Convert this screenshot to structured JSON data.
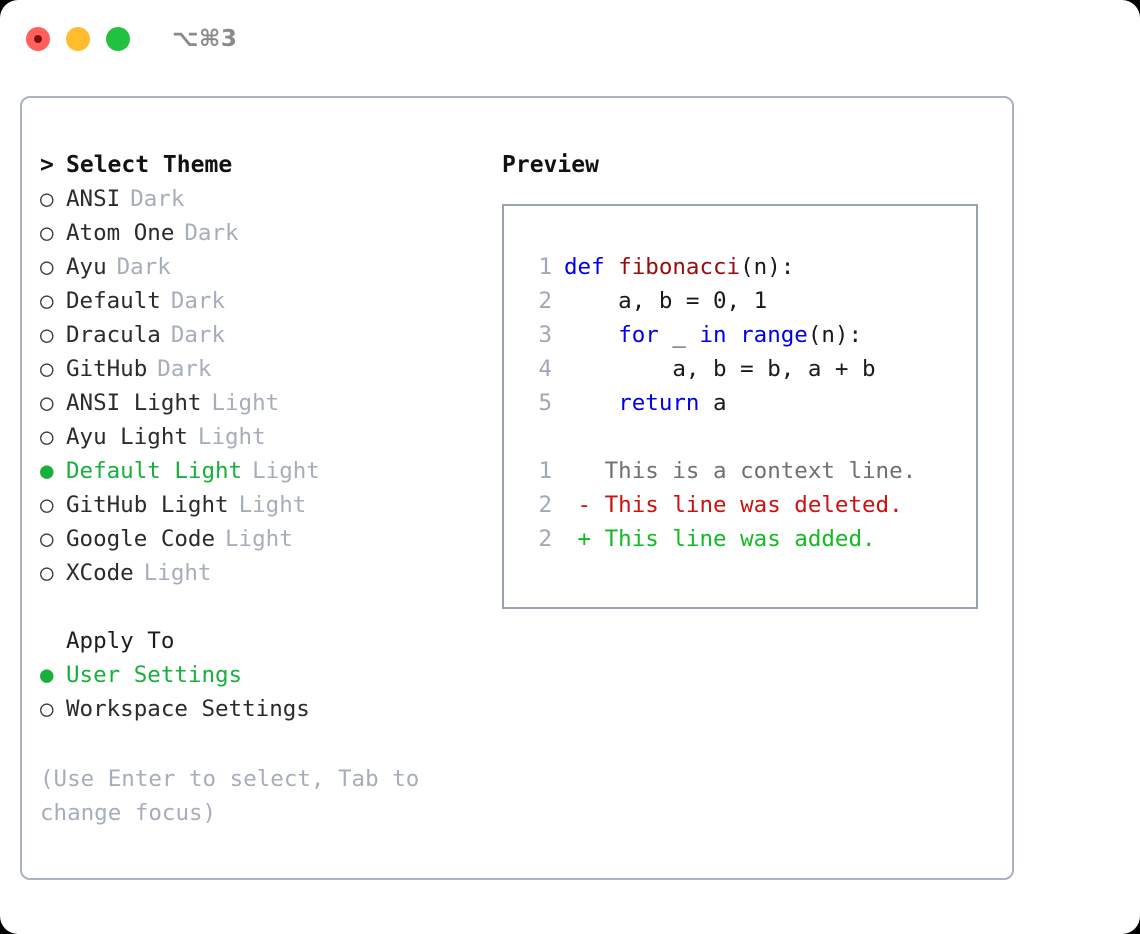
{
  "window": {
    "title": "⌥⌘3",
    "traffic_lights": [
      {
        "name": "close",
        "color": "#ff605c"
      },
      {
        "name": "minimize",
        "color": "#ffbd2e"
      },
      {
        "name": "maximize",
        "color": "#22c13f"
      }
    ]
  },
  "colors": {
    "accent_green": "#17b03b",
    "muted": "#a7aebb",
    "frame_border": "#aab2c0",
    "preview_border": "#98a2b3",
    "keyword_blue": "#0000ee",
    "function_red": "#9c0b0b",
    "diff_delete": "#cc1111",
    "diff_add": "#11bb22",
    "line_number": "#a0a8b8"
  },
  "theme_selector": {
    "caret": ">",
    "header": "Select Theme",
    "bullet_empty": "○",
    "bullet_filled": "●",
    "items": [
      {
        "name": "ANSI",
        "tag": "Dark",
        "selected": false
      },
      {
        "name": "Atom One",
        "tag": "Dark",
        "selected": false
      },
      {
        "name": "Ayu",
        "tag": "Dark",
        "selected": false
      },
      {
        "name": "Default",
        "tag": "Dark",
        "selected": false
      },
      {
        "name": "Dracula",
        "tag": "Dark",
        "selected": false
      },
      {
        "name": "GitHub",
        "tag": "Dark",
        "selected": false
      },
      {
        "name": "ANSI Light",
        "tag": "Light",
        "selected": false
      },
      {
        "name": "Ayu Light",
        "tag": "Light",
        "selected": false
      },
      {
        "name": "Default Light",
        "tag": "Light",
        "selected": true
      },
      {
        "name": "GitHub Light",
        "tag": "Light",
        "selected": false
      },
      {
        "name": "Google Code",
        "tag": "Light",
        "selected": false
      },
      {
        "name": "XCode",
        "tag": "Light",
        "selected": false
      }
    ]
  },
  "apply_to": {
    "label": "Apply To",
    "options": [
      {
        "name": "User Settings",
        "selected": true
      },
      {
        "name": "Workspace Settings",
        "selected": false
      }
    ]
  },
  "hint": "(Use Enter to select, Tab to change focus)",
  "preview": {
    "title": "Preview",
    "code_lines": [
      {
        "number": "1",
        "tokens": [
          {
            "text": "def ",
            "style": "kw"
          },
          {
            "text": "fibonacci",
            "style": "fn"
          },
          {
            "text": "(n):",
            "style": "plain"
          }
        ]
      },
      {
        "number": "2",
        "tokens": [
          {
            "text": "    a, b = 0, 1",
            "style": "plain"
          }
        ]
      },
      {
        "number": "3",
        "tokens": [
          {
            "text": "    ",
            "style": "plain"
          },
          {
            "text": "for",
            "style": "kw"
          },
          {
            "text": " _ ",
            "style": "plain"
          },
          {
            "text": "in",
            "style": "kw"
          },
          {
            "text": " ",
            "style": "plain"
          },
          {
            "text": "range",
            "style": "kw"
          },
          {
            "text": "(n):",
            "style": "plain"
          }
        ]
      },
      {
        "number": "4",
        "tokens": [
          {
            "text": "        a, b = b, a + b",
            "style": "plain"
          }
        ]
      },
      {
        "number": "5",
        "tokens": [
          {
            "text": "    ",
            "style": "plain"
          },
          {
            "text": "return",
            "style": "kw"
          },
          {
            "text": " a",
            "style": "plain"
          }
        ]
      }
    ],
    "diff_lines": [
      {
        "number": "1",
        "marker": " ",
        "text": "This is a context line.",
        "style": "ctx"
      },
      {
        "number": "2",
        "marker": "-",
        "text": "This line was deleted.",
        "style": "del"
      },
      {
        "number": "2",
        "marker": "+",
        "text": "This line was added.",
        "style": "add"
      }
    ]
  }
}
